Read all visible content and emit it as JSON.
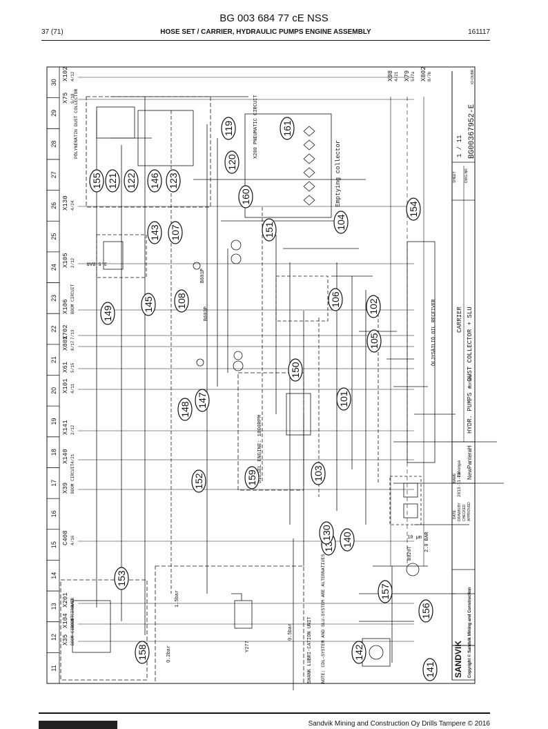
{
  "header": {
    "doc_id": "BG 003 684 77 cE NSS",
    "page": "37 (71)",
    "title": "HOSE SET / CARRIER, HYDRAULIC PUMPS ENGINE ASSEMBLY",
    "date": "161117"
  },
  "grid_columns": [
    "11",
    "12",
    "13",
    "14",
    "15",
    "16",
    "17",
    "18",
    "19",
    "20",
    "21",
    "22",
    "23",
    "24",
    "25",
    "26",
    "27",
    "28",
    "29",
    "30"
  ],
  "connectors": [
    {
      "id": "X35",
      "sub": "BOOM CIRCUIT"
    },
    {
      "id": "X104",
      "sub": "BOOM CIRCUIT"
    },
    {
      "id": "X201",
      "sub": "4/20"
    },
    {
      "id": "C408",
      "sub": "4/16"
    },
    {
      "id": "X39",
      "sub": "BOOM CIRCUIT"
    },
    {
      "id": "X140",
      "sub": "4/21"
    },
    {
      "id": "X141",
      "sub": "2/12"
    },
    {
      "id": "X101",
      "sub": "4/11"
    },
    {
      "id": "X61",
      "sub": "5/15"
    },
    {
      "id": "X801",
      "sub": "8/17"
    },
    {
      "id": "X702",
      "sub": "7/13"
    },
    {
      "id": "X106",
      "sub": "BOOM CIRCUIT"
    },
    {
      "id": "X105",
      "sub": "2/12"
    },
    {
      "id": "X130",
      "sub": "4/24"
    },
    {
      "id": "X75",
      "sub": "9/18"
    },
    {
      "id": "X102",
      "sub": "4/12"
    }
  ],
  "right_connectors": [
    {
      "id": "X98",
      "sub": "4/21"
    },
    {
      "id": "X79",
      "sub": "5/7a"
    },
    {
      "id": "X802",
      "sub": "8/7b"
    }
  ],
  "callouts": [
    "142",
    "141",
    "157",
    "156",
    "140",
    "131",
    "130",
    "153",
    "158",
    "152",
    "159",
    "103",
    "148",
    "147",
    "101",
    "150",
    "105",
    "102",
    "106",
    "108",
    "149",
    "145",
    "107",
    "143",
    "151",
    "104",
    "154",
    "160",
    "120",
    "119",
    "161",
    "123",
    "146",
    "122",
    "121",
    "155"
  ],
  "component_labels": {
    "diesel_engine": "DIESEL ENGINE: 1800RPM",
    "oil_receiver": "ÖLJYSÄILIÖ OIL RECEIVER",
    "empty_collector": "Emptying collector",
    "pneumatic": "X200 PNEUMATIC CIRCUIT",
    "dust_collector": "PÖLYNERÄTIN DUST COLLECTOR",
    "shank_lube": "SHANK LUBRI-CATION UNIT",
    "note": "NOTE: CDL-SYSTEM AND SLU-SYSTEM ARE ALTERNATIVES",
    "valve_b601p": "B601P",
    "valve_b603p": "B603P",
    "valve_b920t": "B920T",
    "valve_y277": "Y277",
    "bar_3_5": "3.5 BAR",
    "bar_2_0": "2.0 BAR",
    "bar_0_5": "0.5bar",
    "bar_0_2": "0.2bar",
    "bar_1_5": "1.5bar",
    "micron": "10 µm"
  },
  "title_block": {
    "company": "SANDVIK",
    "carrier": "CARRIER",
    "description": "HYDR. PUMPS + DUST COLLECTOR + SLU",
    "model": "NewPanteraH",
    "edition": "EDITION",
    "sheet_label": "SHEET",
    "sheet_value": "1 / 11",
    "dwg_label": "DWG NR",
    "dwg_value": "BG00367952-E",
    "name_label": "NAME",
    "date_label": "DATE",
    "drawn_label": "DRAWN BY",
    "drawn_date": "2013-11-25",
    "drawn_name": "tahonpe",
    "checked_label": "CHECKED",
    "approved_label": "APPROVED",
    "copyright": "Copyright © Sandvik Mining and Construction",
    "format": "IO-OUBR"
  },
  "footer": {
    "text": "Sandvik Mining and Construction Oy Drills Tampere © 2016"
  },
  "colors": {
    "ink": "#111111",
    "paper": "#ffffff",
    "logo": "#222222"
  }
}
